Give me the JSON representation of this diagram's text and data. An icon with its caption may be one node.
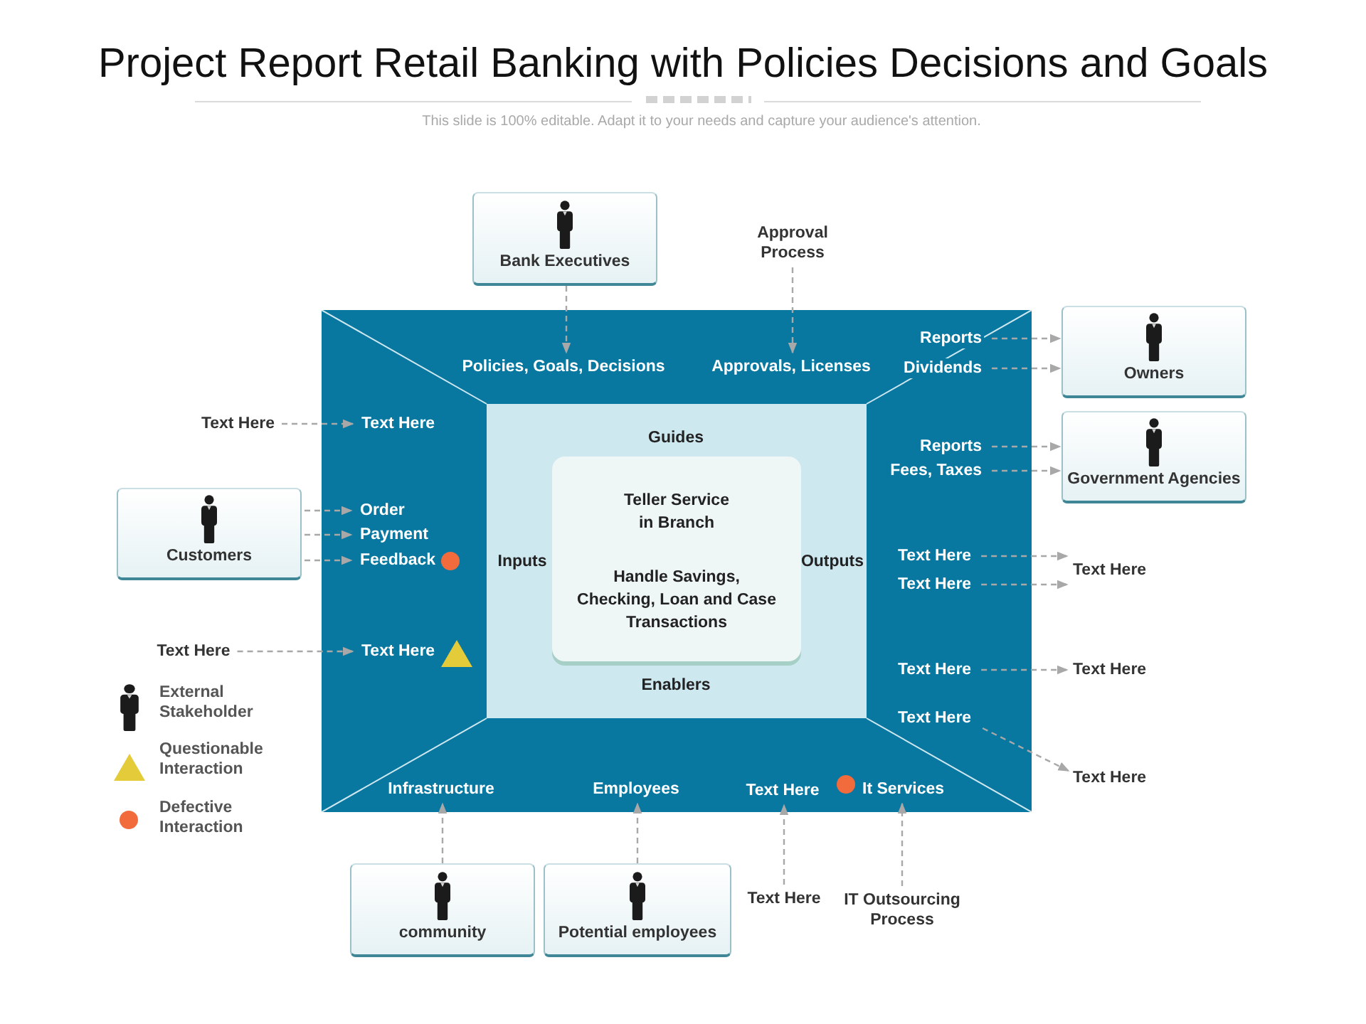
{
  "diagram": {
    "title": "Project Report Retail Banking with Policies Decisions and Goals",
    "nodes": [
      {
        "text": [],
        "shape": "box"
      },
      {
        "text": [
          "Guides",
          "Inputs",
          "Outputs",
          "Enablers"
        ],
        "in": 0
      },
      {
        "text": [
          "Teller Service in Branch",
          "Handle Savings, Checking, Loan and Case Transactions"
        ],
        "in": 1
      },
      {
        "text": [
          "Bank Executives"
        ]
      },
      {
        "text": [
          "Approval Process"
        ]
      },
      {
        "text": [
          "Policies, Goals, Decisions"
        ],
        "in": 0
      },
      {
        "text": [
          "Approvals, Licenses"
        ],
        "in": 0
      },
      {
        "text": [
          "Reports"
        ],
        "in": 0
      },
      {
        "text": [
          "Dividends"
        ],
        "in": 0
      },
      {
        "text": [
          "Owners"
        ]
      },
      {
        "text": [
          "Reports"
        ],
        "in": 0
      },
      {
        "text": [
          "Fees, Taxes"
        ],
        "in": 0
      },
      {
        "text": [
          "Government Agencies"
        ]
      },
      {
        "text": [
          "Text Here"
        ]
      },
      {
        "text": [
          "Text Here"
        ],
        "in": 0
      },
      {
        "text": [
          "Customers"
        ]
      },
      {
        "text": [
          "Order"
        ],
        "in": 0
      },
      {
        "text": [
          "Payment"
        ],
        "in": 0
      },
      {
        "text": [
          "Feedback"
        ],
        "in": 0
      },
      {
        "text": [
          "Text Here"
        ]
      },
      {
        "text": [
          "Text Here"
        ],
        "in": 0
      },
      {
        "text": [
          "Text Here"
        ],
        "in": 0
      },
      {
        "text": [
          "Text Here"
        ],
        "in": 0
      },
      {
        "text": [
          "Text Here"
        ]
      },
      {
        "text": [
          "Text Here"
        ],
        "in": 0
      },
      {
        "text": [
          "Text Here"
        ]
      },
      {
        "text": [
          "Text Here"
        ],
        "in": 0
      },
      {
        "text": [
          "Text Here"
        ]
      },
      {
        "text": [
          "Infrastructure"
        ],
        "in": 0
      },
      {
        "text": [
          "Employees"
        ],
        "in": 0
      },
      {
        "text": [
          "Text Here"
        ],
        "in": 0
      },
      {
        "text": [
          "It Services"
        ],
        "in": 0
      },
      {
        "text": [
          "community"
        ]
      },
      {
        "text": [
          "Potential employees"
        ]
      },
      {
        "text": [
          "Text Here"
        ]
      },
      {
        "text": [
          "IT Outsourcing Process"
        ]
      }
    ],
    "edges": [
      {
        "from": 3,
        "to": 5,
        "arrow": "to",
        "style": "dashed"
      },
      {
        "from": 4,
        "to": 6,
        "arrow": "to",
        "style": "dashed"
      },
      {
        "from": 7,
        "to": 9,
        "arrow": "to",
        "style": "dashed"
      },
      {
        "from": 8,
        "to": 9,
        "arrow": "to",
        "style": "dashed"
      },
      {
        "from": 10,
        "to": 12,
        "arrow": "to",
        "style": "dashed"
      },
      {
        "from": 11,
        "to": 12,
        "arrow": "to",
        "style": "dashed"
      },
      {
        "from": 13,
        "to": 14,
        "arrow": "to",
        "style": "dashed"
      },
      {
        "from": 15,
        "to": 16,
        "arrow": "to",
        "style": "dashed"
      },
      {
        "from": 15,
        "to": 17,
        "arrow": "to",
        "style": "dashed"
      },
      {
        "from": 15,
        "to": 18,
        "arrow": "to",
        "style": "dashed"
      },
      {
        "from": 19,
        "to": 20,
        "arrow": "to",
        "style": "dashed"
      },
      {
        "from": 21,
        "to": 23,
        "arrow": "to",
        "style": "dashed"
      },
      {
        "from": 22,
        "to": 23,
        "arrow": "to",
        "style": "dashed"
      },
      {
        "from": 24,
        "to": 25,
        "arrow": "to",
        "style": "dashed"
      },
      {
        "from": 26,
        "to": 27,
        "arrow": "to",
        "style": "dashed"
      },
      {
        "from": 32,
        "to": 28,
        "arrow": "to",
        "style": "dashed"
      },
      {
        "from": 33,
        "to": 29,
        "arrow": "to",
        "style": "dashed"
      },
      {
        "from": 34,
        "to": 30,
        "arrow": "to",
        "style": "dashed"
      },
      {
        "from": 35,
        "to": 31,
        "arrow": "to",
        "style": "dashed"
      }
    ],
    "labels": [
      "This slide is 100% editable. Adapt it to your needs and capture your audience's attention."
    ],
    "legend": [
      {
        "text": "External Stakeholder"
      },
      {
        "text": "Questionable Interaction"
      },
      {
        "text": "Defective Interaction",
        "color": "#f26b3d"
      }
    ]
  }
}
